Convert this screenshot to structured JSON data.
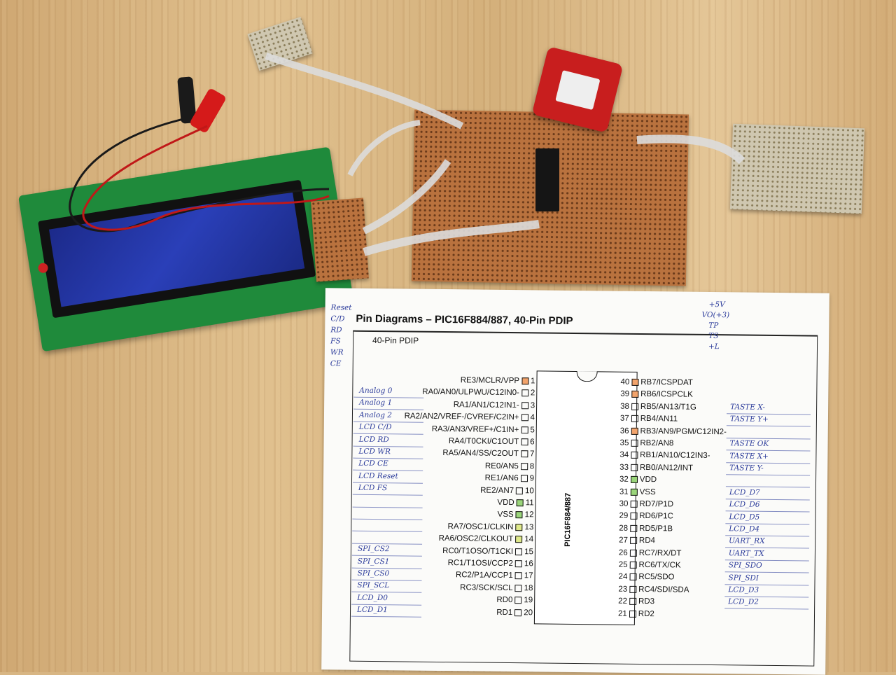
{
  "sheet": {
    "title": "Pin Diagrams – PIC16F884/887, 40-Pin PDIP",
    "subtitle": "40-Pin PDIP",
    "chip_name": "PIC16F884/887"
  },
  "pins_left": [
    {
      "num": "1",
      "label": "RE3/MCLR/VPP",
      "mark": "o"
    },
    {
      "num": "2",
      "label": "RA0/AN0/ULPWU/C12IN0-",
      "mark": ""
    },
    {
      "num": "3",
      "label": "RA1/AN1/C12IN1-",
      "mark": ""
    },
    {
      "num": "4",
      "label": "RA2/AN2/VREF-/CVREF/C2IN+",
      "mark": ""
    },
    {
      "num": "5",
      "label": "RA3/AN3/VREF+/C1IN+",
      "mark": ""
    },
    {
      "num": "6",
      "label": "RA4/T0CKI/C1OUT",
      "mark": ""
    },
    {
      "num": "7",
      "label": "RA5/AN4/SS/C2OUT",
      "mark": ""
    },
    {
      "num": "8",
      "label": "RE0/AN5",
      "mark": ""
    },
    {
      "num": "9",
      "label": "RE1/AN6",
      "mark": ""
    },
    {
      "num": "10",
      "label": "RE2/AN7",
      "mark": ""
    },
    {
      "num": "11",
      "label": "VDD",
      "mark": "g"
    },
    {
      "num": "12",
      "label": "VSS",
      "mark": "g"
    },
    {
      "num": "13",
      "label": "RA7/OSC1/CLKIN",
      "mark": "y"
    },
    {
      "num": "14",
      "label": "RA6/OSC2/CLKOUT",
      "mark": "y"
    },
    {
      "num": "15",
      "label": "RC0/T1OSO/T1CKI",
      "mark": ""
    },
    {
      "num": "16",
      "label": "RC1/T1OSI/CCP2",
      "mark": ""
    },
    {
      "num": "17",
      "label": "RC2/P1A/CCP1",
      "mark": ""
    },
    {
      "num": "18",
      "label": "RC3/SCK/SCL",
      "mark": ""
    },
    {
      "num": "19",
      "label": "RD0",
      "mark": ""
    },
    {
      "num": "20",
      "label": "RD1",
      "mark": ""
    }
  ],
  "pins_right": [
    {
      "num": "40",
      "label": "RB7/ICSPDAT",
      "mark": "o"
    },
    {
      "num": "39",
      "label": "RB6/ICSPCLK",
      "mark": "o"
    },
    {
      "num": "38",
      "label": "RB5/AN13/T1G",
      "mark": ""
    },
    {
      "num": "37",
      "label": "RB4/AN11",
      "mark": ""
    },
    {
      "num": "36",
      "label": "RB3/AN9/PGM/C12IN2-",
      "mark": "o"
    },
    {
      "num": "35",
      "label": "RB2/AN8",
      "mark": ""
    },
    {
      "num": "34",
      "label": "RB1/AN10/C12IN3-",
      "mark": ""
    },
    {
      "num": "33",
      "label": "RB0/AN12/INT",
      "mark": ""
    },
    {
      "num": "32",
      "label": "VDD",
      "mark": "g"
    },
    {
      "num": "31",
      "label": "VSS",
      "mark": "g"
    },
    {
      "num": "30",
      "label": "RD7/P1D",
      "mark": ""
    },
    {
      "num": "29",
      "label": "RD6/P1C",
      "mark": ""
    },
    {
      "num": "28",
      "label": "RD5/P1B",
      "mark": ""
    },
    {
      "num": "27",
      "label": "RD4",
      "mark": ""
    },
    {
      "num": "26",
      "label": "RC7/RX/DT",
      "mark": ""
    },
    {
      "num": "25",
      "label": "RC6/TX/CK",
      "mark": ""
    },
    {
      "num": "24",
      "label": "RC5/SDO",
      "mark": ""
    },
    {
      "num": "23",
      "label": "RC4/SDI/SDA",
      "mark": ""
    },
    {
      "num": "22",
      "label": "RD3",
      "mark": ""
    },
    {
      "num": "21",
      "label": "RD2",
      "mark": ""
    }
  ],
  "notes_left": [
    "Reset",
    "C/D",
    "RD",
    "FS",
    "WR",
    "CE"
  ],
  "notes_left_column": [
    "Analog 0",
    "Analog 1",
    "Analog 2",
    "LCD C/D",
    "LCD RD",
    "LCD WR",
    "LCD CE",
    "LCD Reset",
    "LCD FS",
    "",
    "",
    "",
    "",
    "SPI_CS2",
    "SPI_CS1",
    "SPI_CS0",
    "SPI_SCL",
    "LCD_D0",
    "LCD_D1"
  ],
  "notes_right_column": [
    "TASTE X-",
    "TASTE Y+",
    "",
    "TASTE OK",
    "TASTE X+",
    "TASTE Y-",
    "",
    "LCD_D7",
    "LCD_D6",
    "LCD_D5",
    "LCD_D4",
    "UART_RX",
    "UART_TX",
    "SPI_SDO",
    "SPI_SDI",
    "LCD_D3",
    "LCD_D2"
  ],
  "notes_top_right": [
    "+5V",
    "VO(+3)",
    "TP",
    "TS",
    "+L"
  ],
  "colors": {
    "pin_orange": "#f2a36b",
    "pin_green": "#9ad57a",
    "pin_yellow": "#dfe98a",
    "ink": "#2a3a9a"
  }
}
